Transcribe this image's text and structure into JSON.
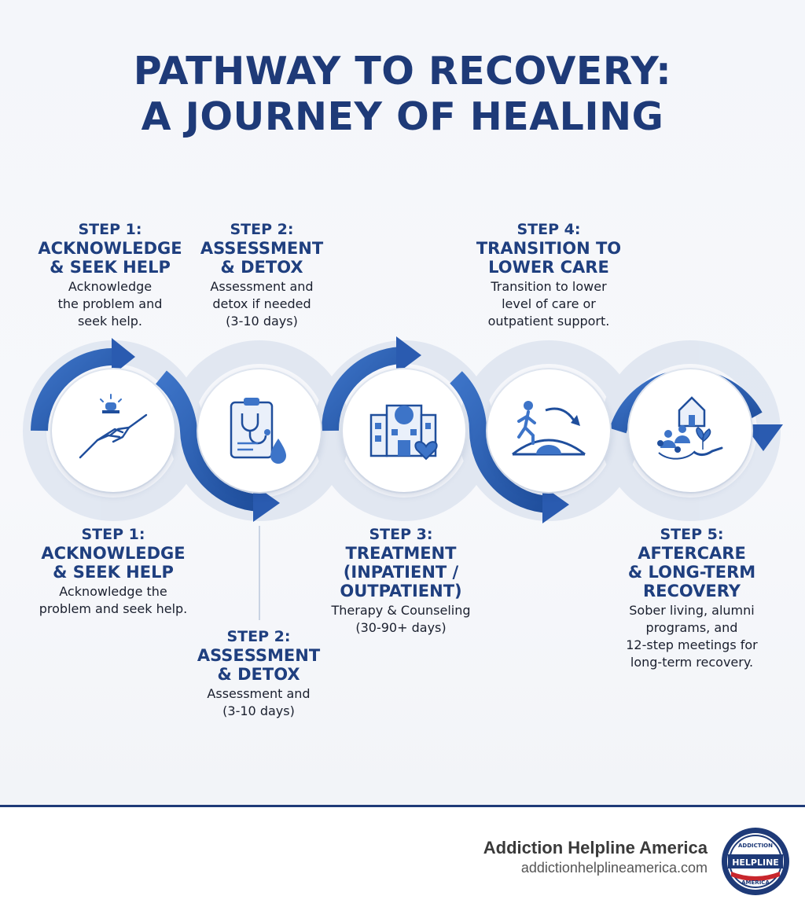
{
  "title": {
    "line1": "PATHWAY TO RECOVERY:",
    "line2": "A JOURNEY OF HEALING"
  },
  "steps_top": [
    {
      "step": "STEP 1:",
      "heading": "ACKNOWLEDGE\n& SEEK HELP",
      "desc": "Acknowledge\nthe problem and\nseek help."
    },
    {
      "step": "STEP 2:",
      "heading": "ASSESSMENT\n& DETOX",
      "desc": "Assessment and\ndetox if needed\n(3-10 days)"
    },
    {
      "step": "STEP 4:",
      "heading": "TRANSITION TO\nLOWER CARE",
      "desc": "Transition to lower\nlevel of care or\noutpatient support."
    }
  ],
  "steps_bottom": [
    {
      "step": "STEP 1:",
      "heading": "ACKNOWLEDGE\n& SEEK HELP",
      "desc": "Acknowledge the\nproblem and seek help."
    },
    {
      "step": "STEP 2:",
      "heading": "ASSESSMENT\n& DETOX",
      "desc": "Assessment and\n(3-10 days)"
    },
    {
      "step": "STEP 3:",
      "heading": "TREATMENT\n(INPATIENT /\nOUTPATIENT)",
      "desc": "Therapy & Counseling\n(30-90+ days)"
    },
    {
      "step": "STEP 5:",
      "heading": "AFTERCARE\n& LONG-TERM\nRECOVERY",
      "desc": "Sober living, alumni\nprograms, and\n12-step meetings for\nlong-term recovery."
    }
  ],
  "icons": [
    "helping-hands-icon",
    "clipboard-stethoscope-icon",
    "hospital-brain-icon",
    "person-bridge-icon",
    "community-home-icon"
  ],
  "footer": {
    "brand": "Addiction Helpline America",
    "url": "addictionhelplineamerica.com",
    "badge_top": "ADDICTION",
    "badge_mid": "HELPLINE",
    "badge_bottom": "AMERICA"
  },
  "colors": {
    "navy": "#1e3a78",
    "blue": "#2f63b8",
    "light_blue": "#d9e2f0"
  }
}
